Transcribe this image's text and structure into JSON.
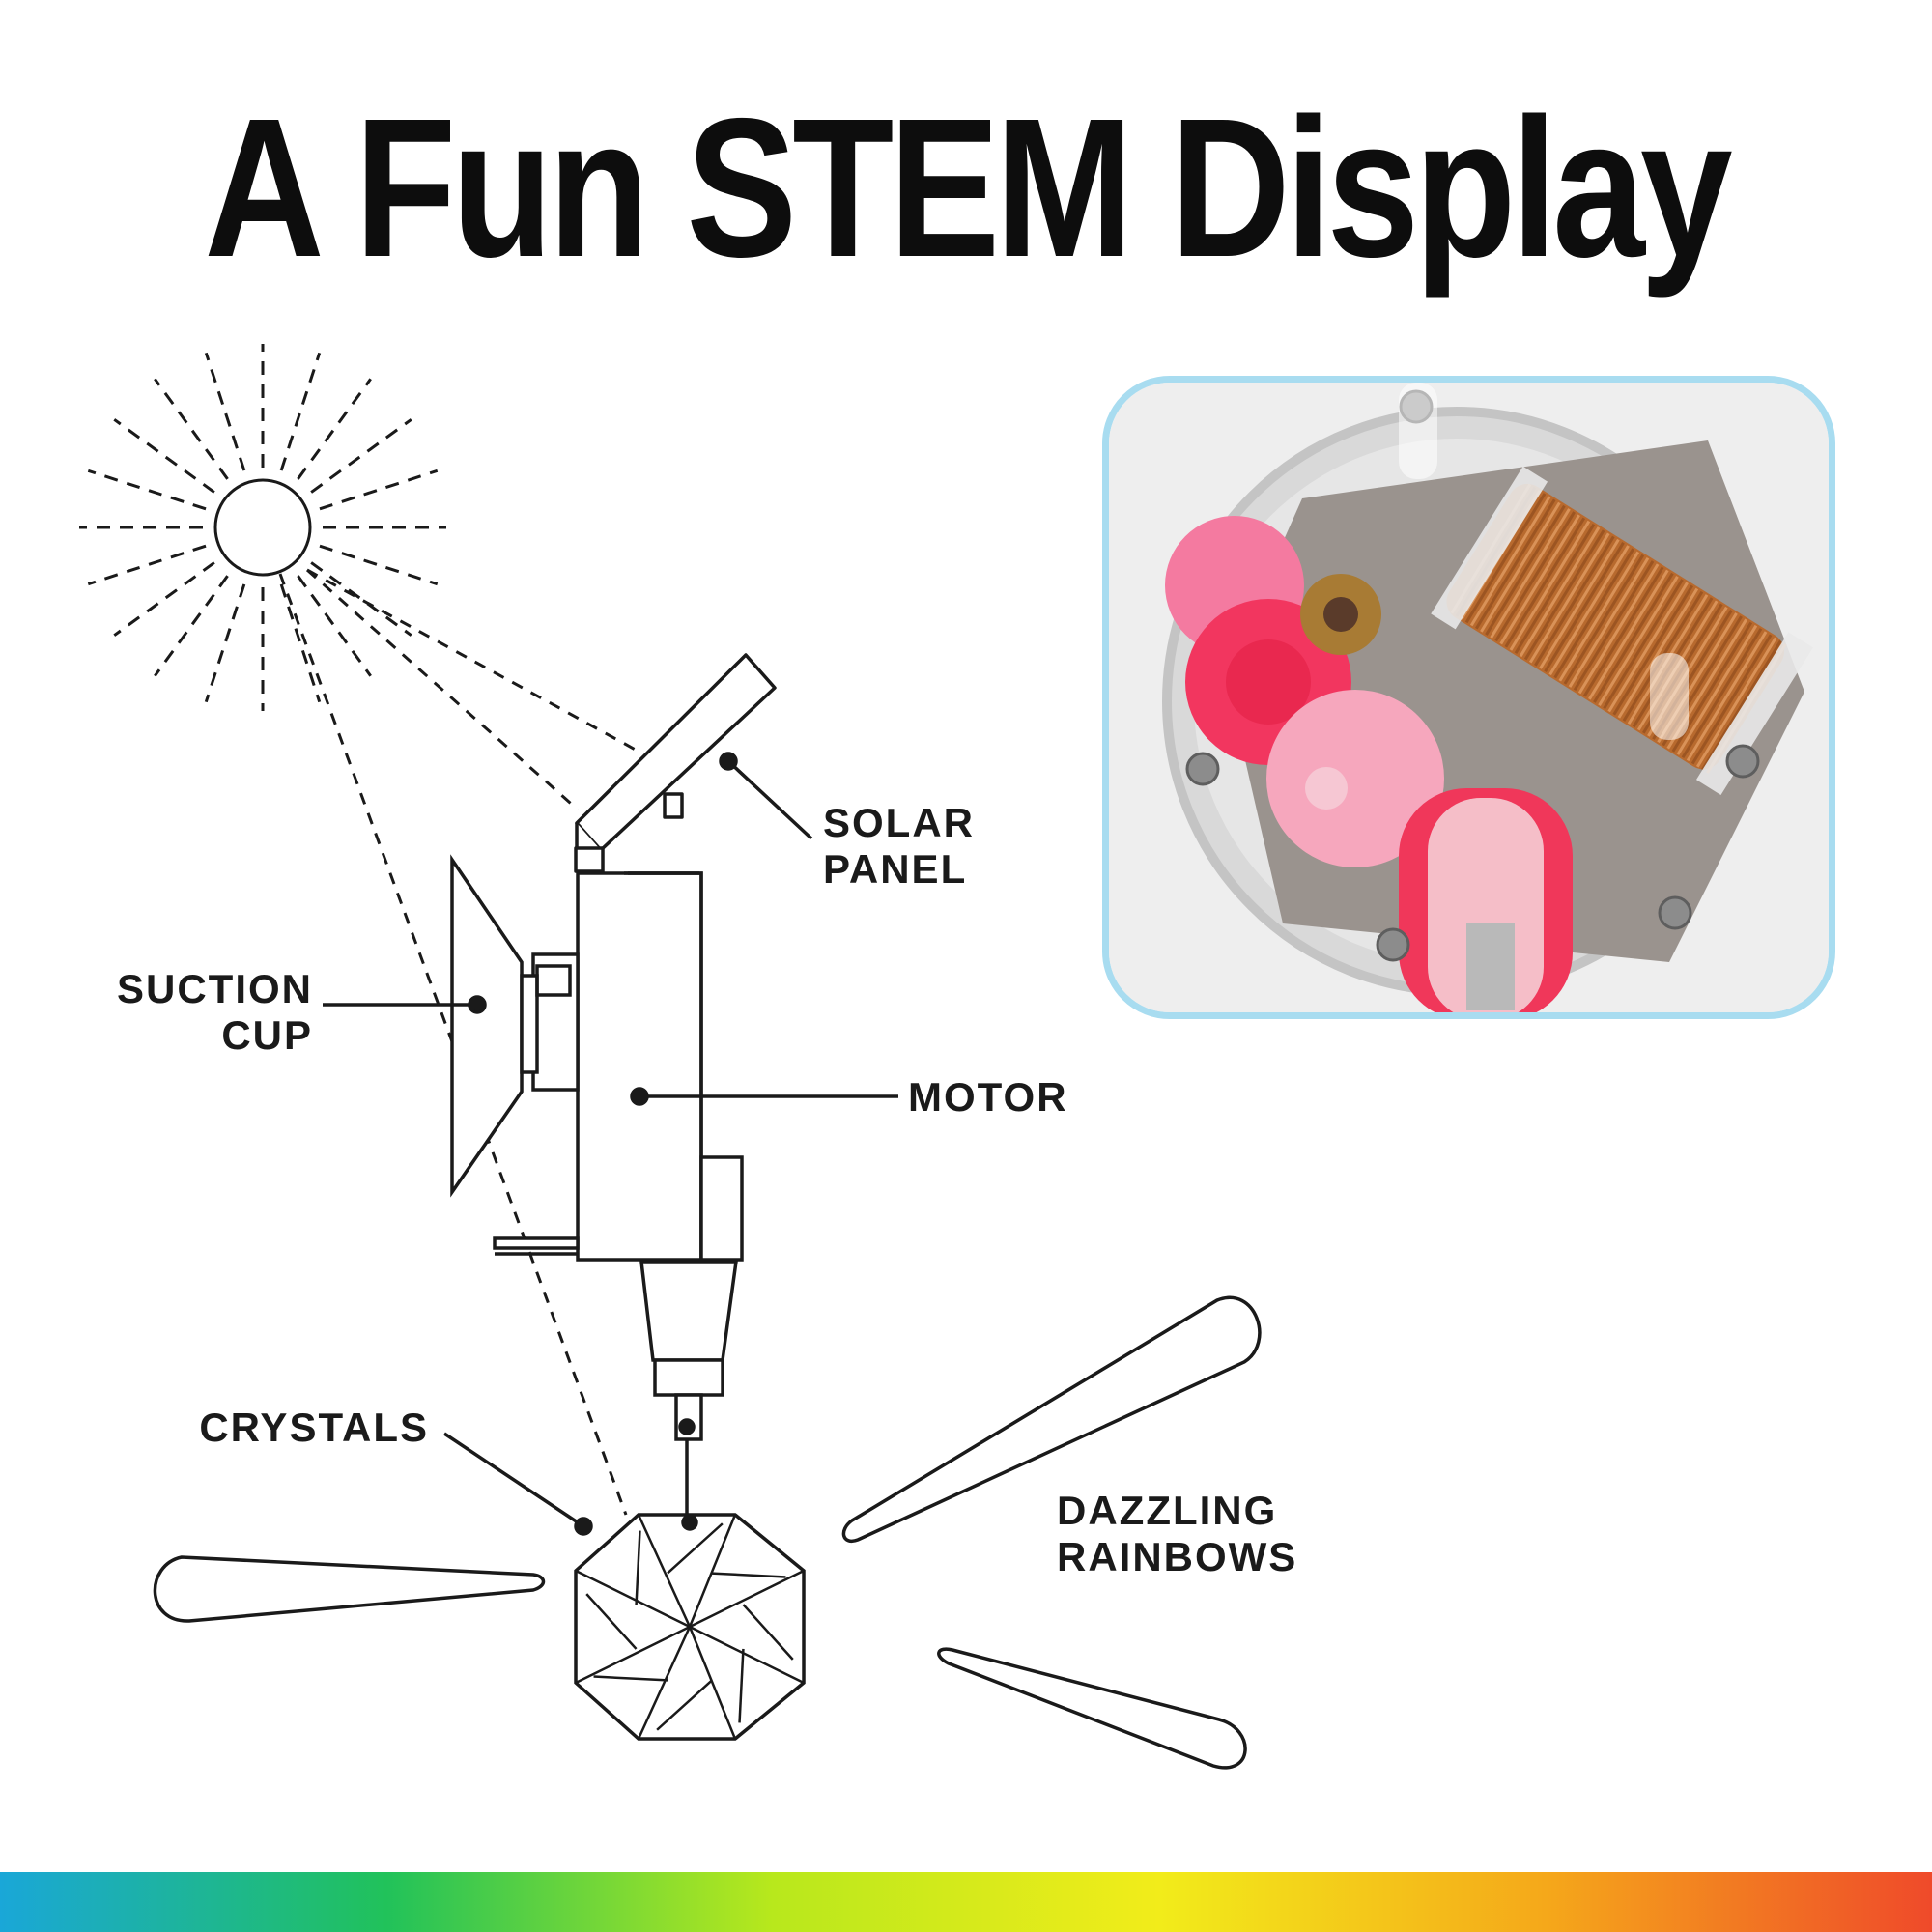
{
  "title": "A Fun STEM Display",
  "labels": {
    "solar_panel": [
      "SOLAR",
      "PANEL"
    ],
    "suction_cup": [
      "SUCTION",
      "CUP"
    ],
    "motor": "MOTOR",
    "crystals": "CRYSTALS",
    "dazzling_rainbows": [
      "DAZZLING",
      "RAINBOWS"
    ]
  },
  "icons": {
    "sun": "sun-icon",
    "crystal": "octagonal-crystal-icon",
    "photo": "motor-gearbox-photo"
  },
  "colors": {
    "photo_border": "#a8dcf0",
    "gear_pink": "#f0457a",
    "copper": "#c77a3c",
    "spectrum": [
      "#1aa7d8",
      "#21c25a",
      "#b8e81c",
      "#f2ec1a",
      "#f5a81a",
      "#ef4a2a"
    ]
  }
}
